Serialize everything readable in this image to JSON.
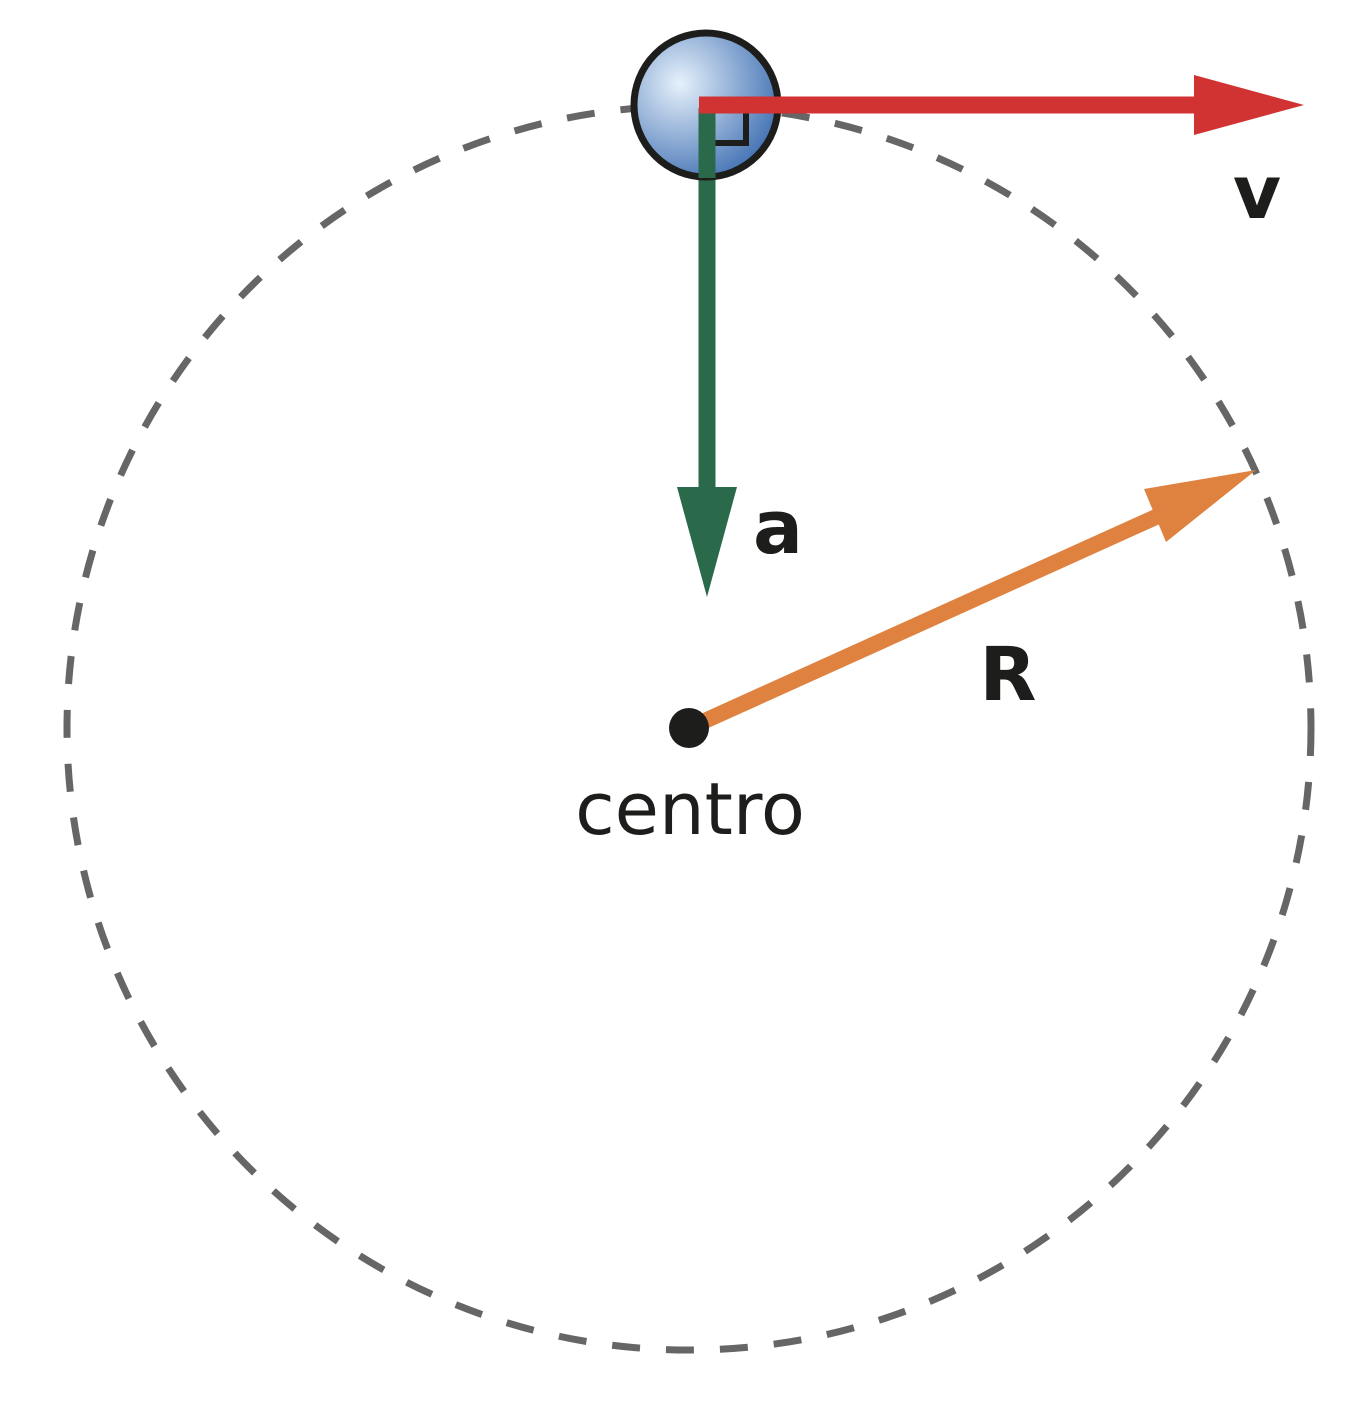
{
  "labels": {
    "velocity": "v",
    "acceleration": "a",
    "radius": "R",
    "center": "centro"
  },
  "colors": {
    "background": "#ffffff",
    "orbit_dashed": "#666666",
    "velocity_arrow": "#d13232",
    "acceleration_arrow": "#2a6a4a",
    "radius_arrow": "#e0823f",
    "ball_fill_light": "#e6f1fb",
    "ball_fill_dark": "#3f6fb2",
    "outline": "#1d1d1b"
  }
}
